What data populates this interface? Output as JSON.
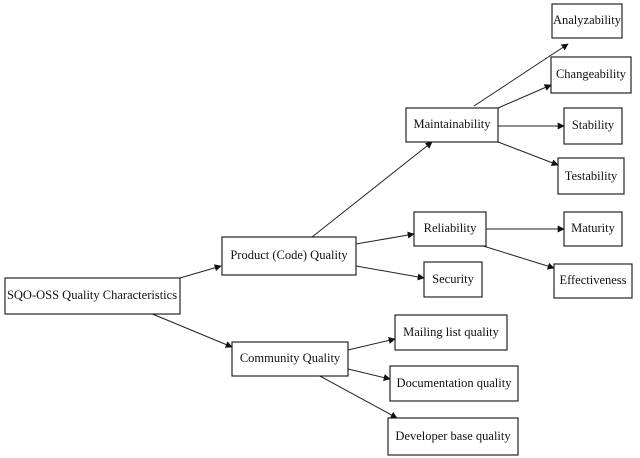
{
  "diagram": {
    "nodes": {
      "root": "SQO-OSS Quality Characteristics",
      "product": "Product (Code) Quality",
      "community": "Community Quality",
      "maintainability": "Maintainability",
      "reliability": "Reliability",
      "security": "Security",
      "analyzability": "Analyzability",
      "changeability": "Changeability",
      "stability": "Stability",
      "testability": "Testability",
      "maturity": "Maturity",
      "effectiveness": "Effectiveness",
      "mailing": "Mailing list quality",
      "documentation": "Documentation quality",
      "developer": "Developer base quality"
    }
  }
}
